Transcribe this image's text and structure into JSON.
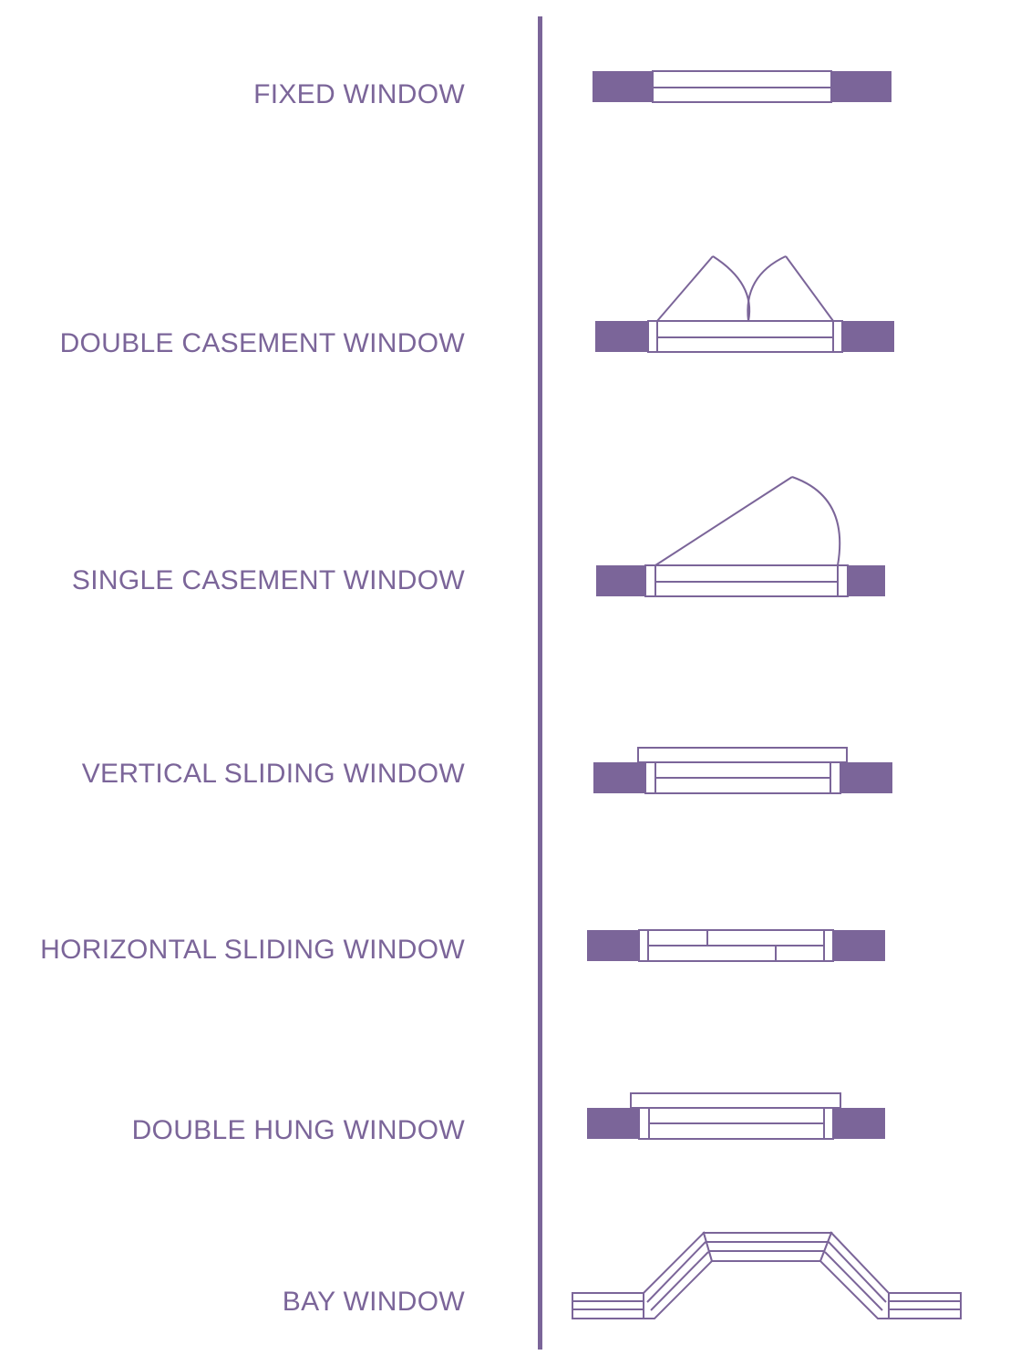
{
  "accent_color": "#7b6599",
  "labels": {
    "fixed": "FIXED WINDOW",
    "double_casement": "DOUBLE CASEMENT WINDOW",
    "single_casement": "SINGLE CASEMENT WINDOW",
    "vertical_sliding": "VERTICAL SLIDING WINDOW",
    "horizontal_sliding": "HORIZONTAL SLIDING WINDOW",
    "double_hung": "DOUBLE HUNG WINDOW",
    "bay": "BAY WINDOW"
  }
}
